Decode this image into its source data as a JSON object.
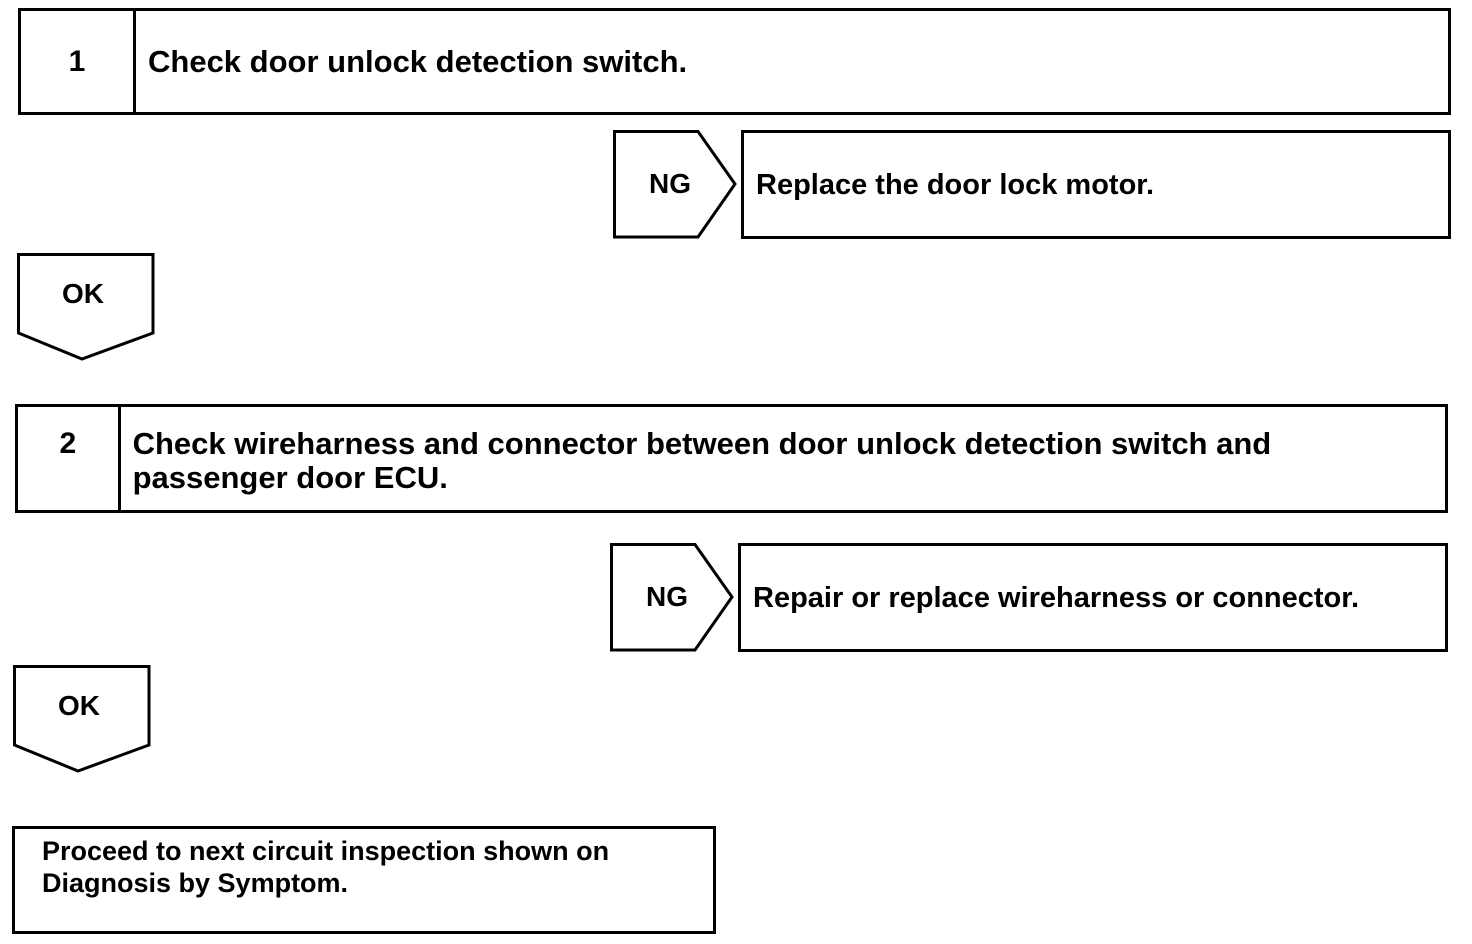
{
  "steps": [
    {
      "number": "1",
      "text": "Check door unlock detection switch.",
      "ng_label": "NG",
      "ng_action": "Replace the door lock motor.",
      "ok_label": "OK"
    },
    {
      "number": "2",
      "text": "Check wireharness and connector between door unlock detection switch and passenger door ECU.",
      "ng_label": "NG",
      "ng_action": "Repair or replace wireharness or connector.",
      "ok_label": "OK"
    }
  ],
  "final": {
    "text_line1": "Proceed to next circuit inspection shown on",
    "text_line2": "Diagnosis by Symptom."
  }
}
